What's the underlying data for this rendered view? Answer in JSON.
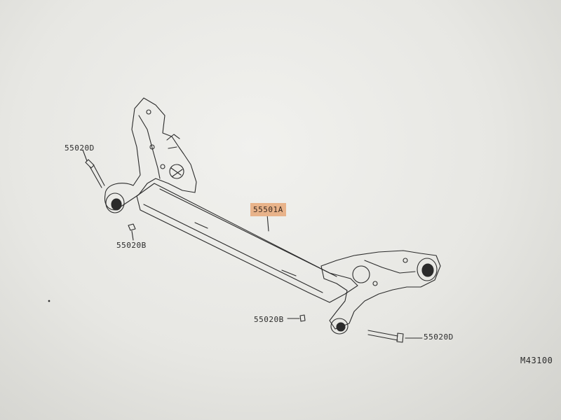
{
  "labels": {
    "part_55020D_upper": "55020D",
    "part_55020B_left": "55020B",
    "part_55501A": "55501A",
    "part_55020B_lower": "55020B",
    "part_55020D_lower": "55020D",
    "figure_code": "M43100"
  },
  "colors": {
    "background": "#e9e9e5",
    "line": "#2b2b2b",
    "highlight": "#e8b38a"
  }
}
